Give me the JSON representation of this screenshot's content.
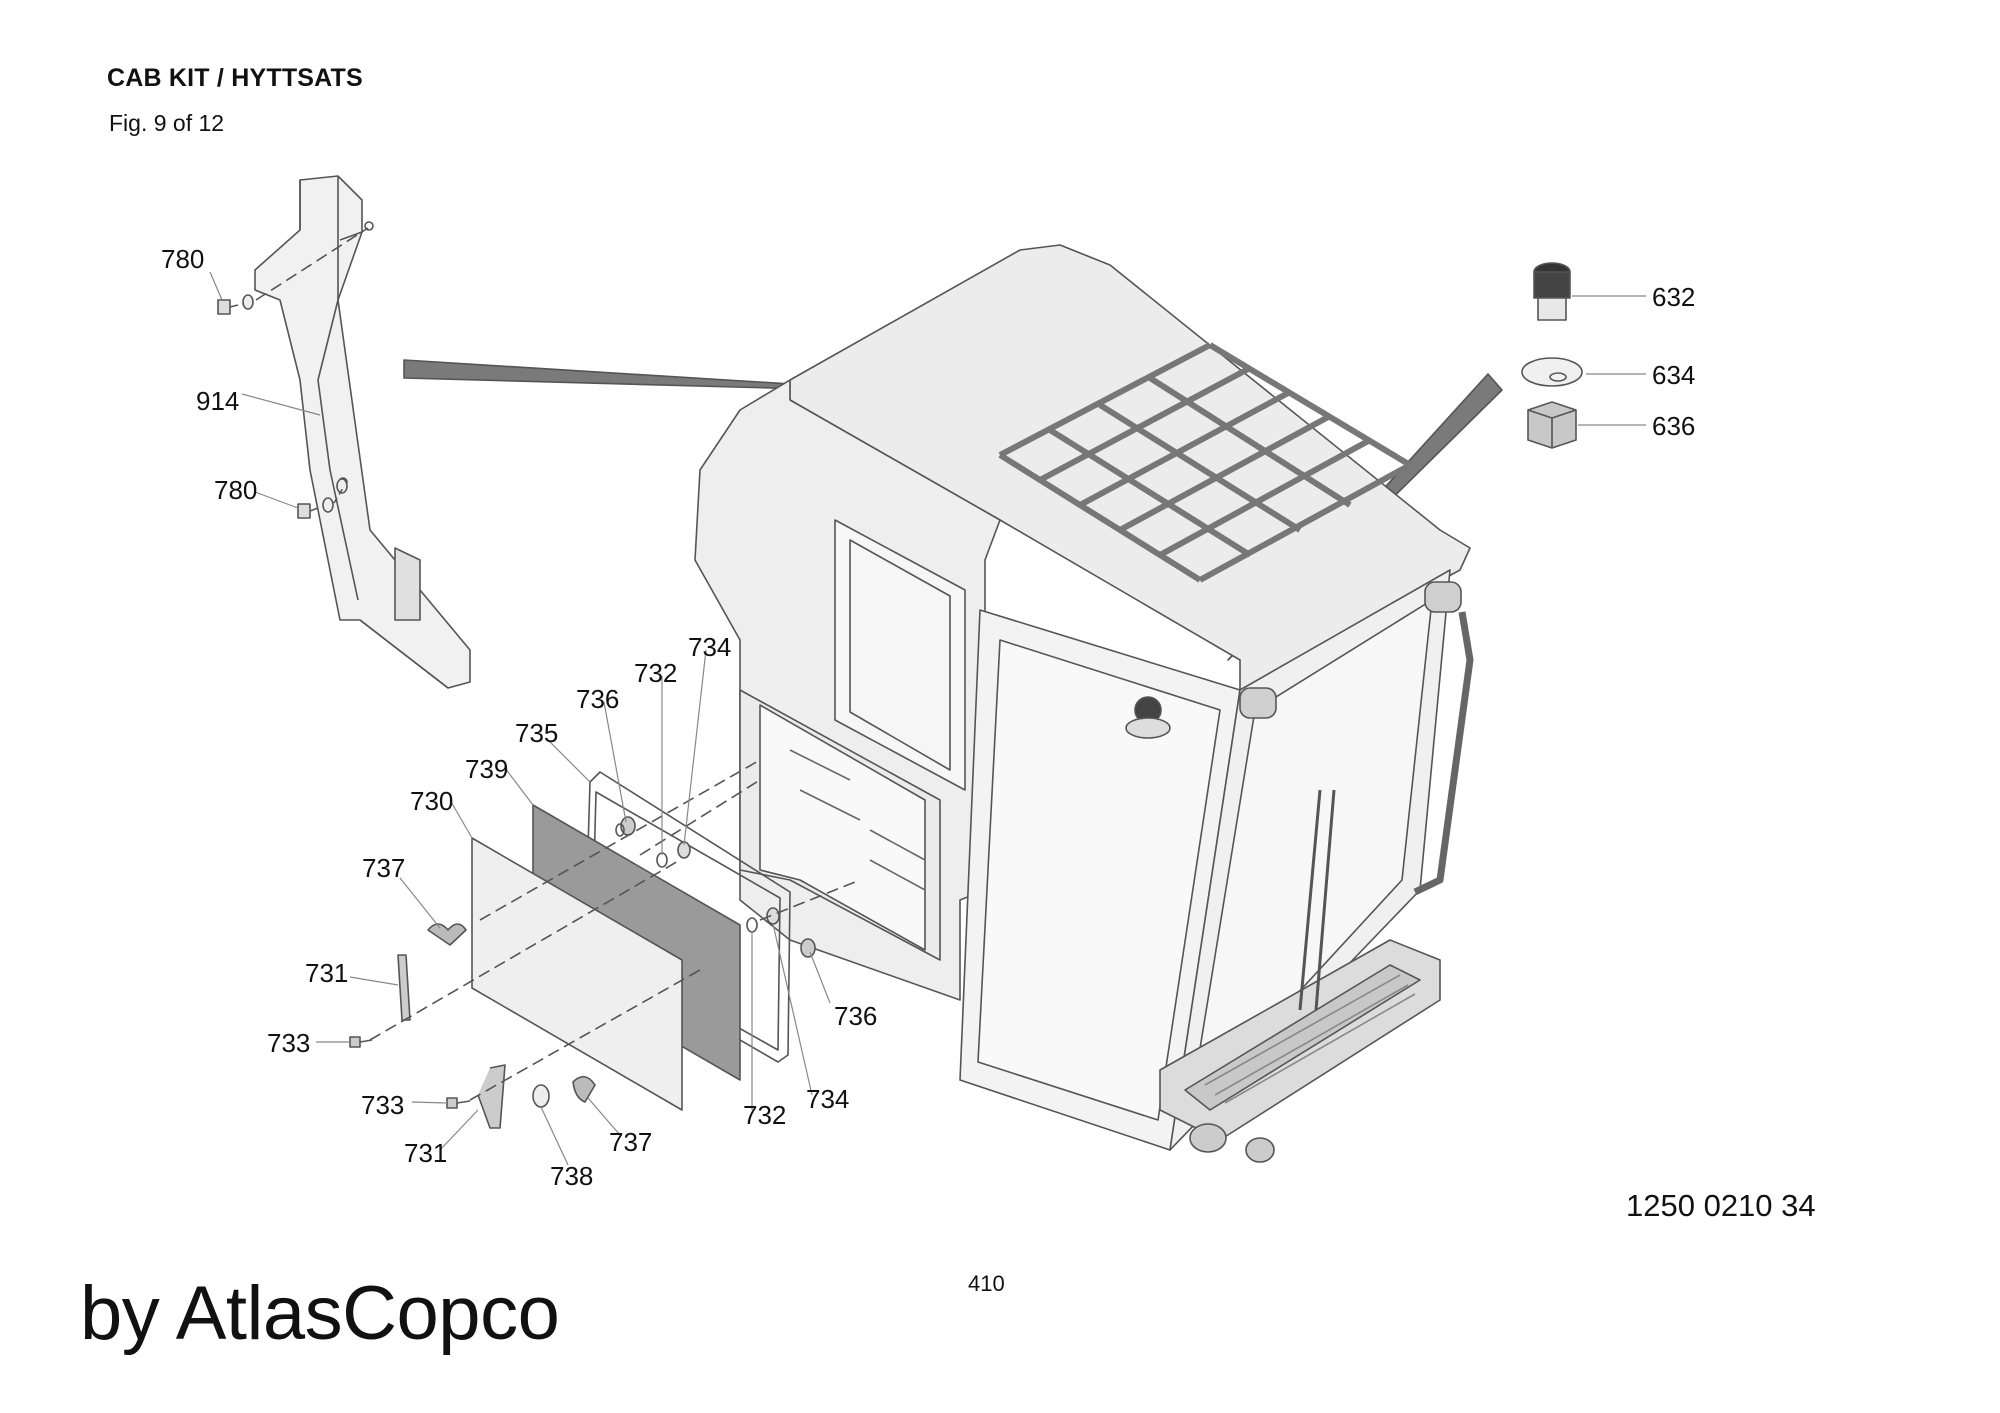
{
  "header": {
    "title": "CAB KIT / HYTTSATS",
    "figure": "Fig. 9 of 12"
  },
  "callouts": [
    {
      "id": "780a",
      "label": "780"
    },
    {
      "id": "914",
      "label": "914"
    },
    {
      "id": "780b",
      "label": "780"
    },
    {
      "id": "734a",
      "label": "734"
    },
    {
      "id": "732a",
      "label": "732"
    },
    {
      "id": "736a",
      "label": "736"
    },
    {
      "id": "735",
      "label": "735"
    },
    {
      "id": "739",
      "label": "739"
    },
    {
      "id": "730",
      "label": "730"
    },
    {
      "id": "737a",
      "label": "737"
    },
    {
      "id": "731a",
      "label": "731"
    },
    {
      "id": "733a",
      "label": "733"
    },
    {
      "id": "736b",
      "label": "736"
    },
    {
      "id": "734b",
      "label": "734"
    },
    {
      "id": "732b",
      "label": "732"
    },
    {
      "id": "733b",
      "label": "733"
    },
    {
      "id": "737b",
      "label": "737"
    },
    {
      "id": "731b",
      "label": "731"
    },
    {
      "id": "738",
      "label": "738"
    },
    {
      "id": "632",
      "label": "632"
    },
    {
      "id": "634",
      "label": "634"
    },
    {
      "id": "636",
      "label": "636"
    }
  ],
  "footer": {
    "doc_number": "1250 0210 34",
    "page_number": "410",
    "brand": "by AtlasCopco"
  }
}
